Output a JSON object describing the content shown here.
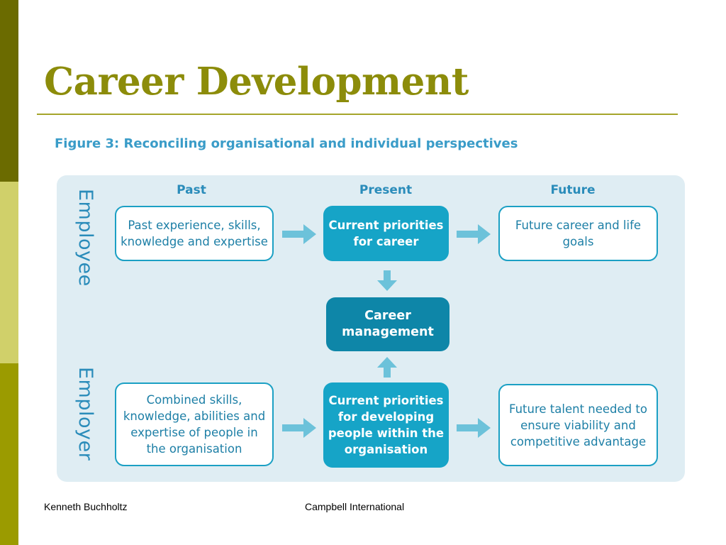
{
  "slide": {
    "title": "Career Development",
    "colors": {
      "title": "#8c8c0a",
      "sidebar_dark": "#6b6b00",
      "sidebar_light": "#d0d06a",
      "sidebar_mid": "#9b9b00"
    }
  },
  "figure": {
    "caption": "Figure 3: Reconciling organisational and individual perspectives",
    "columns": {
      "past": "Past",
      "present": "Present",
      "future": "Future"
    },
    "rows": {
      "employee": "Employee",
      "employer": "Employer"
    },
    "boxes": {
      "employee_past": "Past experience, skills, knowledge and expertise",
      "employee_present": "Current priorities for career",
      "employee_future": "Future career and life goals",
      "career_management": "Career management",
      "employer_past": "Combined skills, knowledge, abilities and expertise of people in the organisation",
      "employer_present": "Current priorities for developing people within the organisation",
      "employer_future": "Future talent needed to ensure viability and competitive advantage"
    },
    "colors": {
      "panel": "#dfedf3",
      "accent": "#16a4c7",
      "accent_dark": "#0e86a8",
      "arrow": "#6cc2da",
      "text": "#2a8cba"
    },
    "icons": [
      "arrow-right-icon",
      "arrow-down-icon",
      "arrow-up-icon"
    ]
  },
  "footer": {
    "author": "Kenneth Buchholtz",
    "organization": "Campbell International"
  }
}
